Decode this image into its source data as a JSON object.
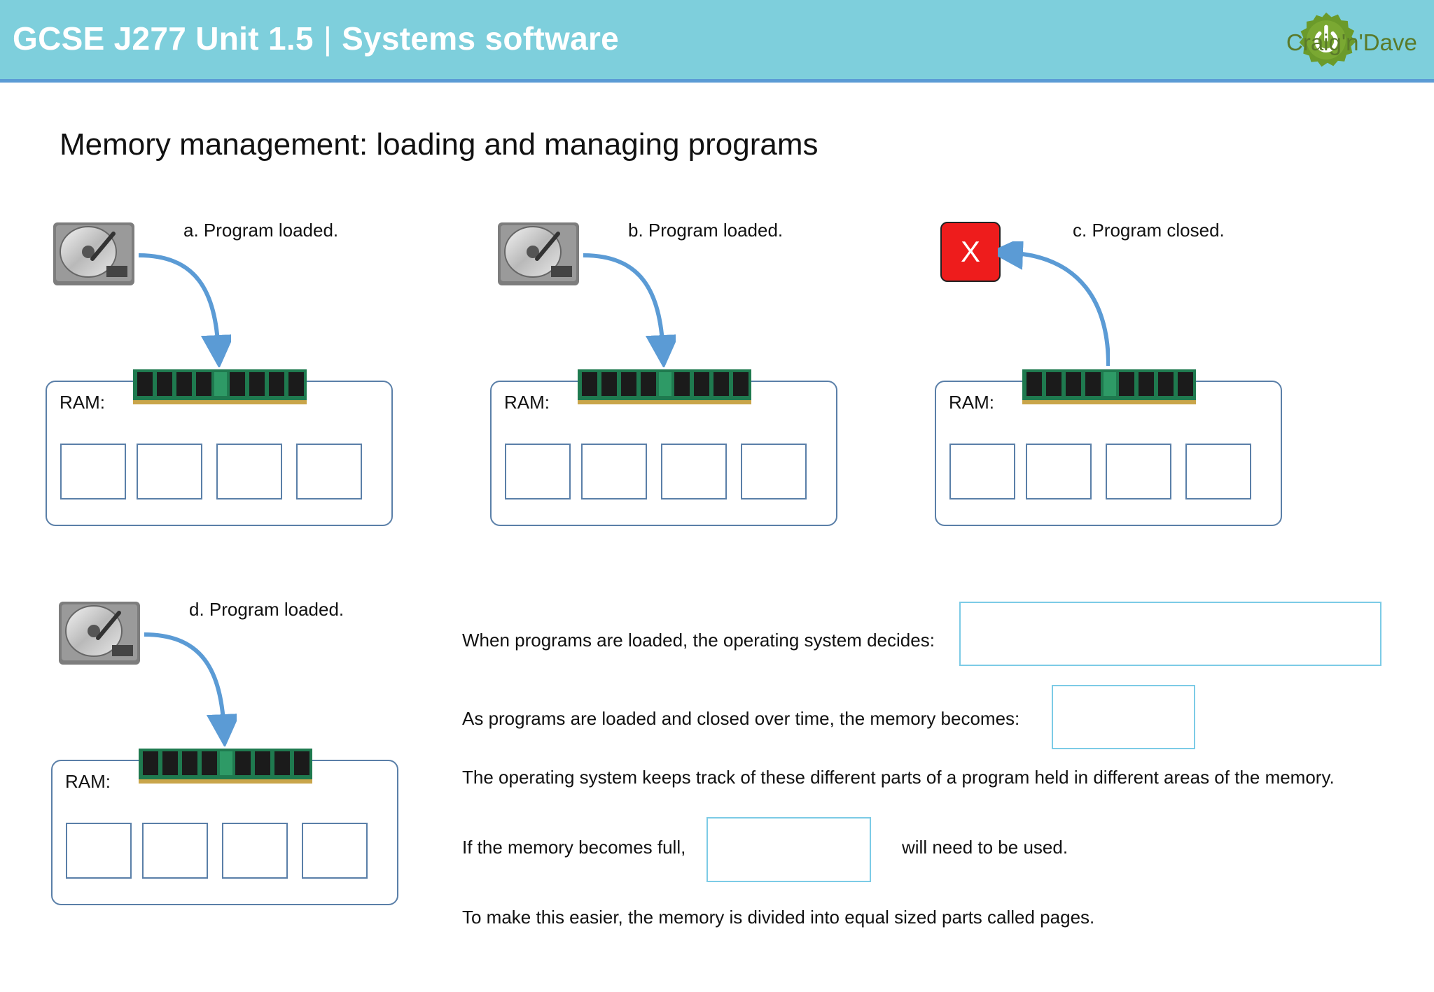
{
  "header": {
    "course": "GCSE J277 Unit 1.5",
    "separator": "|",
    "topic": "Systems software",
    "logo_text": "Craig'n'Dave",
    "logo_icon": "power-icon",
    "bg_color": "#7ecfdc",
    "border_color": "#5b9bd5"
  },
  "page_title": "Memory management: loading and managing programs",
  "diagrams": [
    {
      "id": "a",
      "caption": "a. Program loaded.",
      "ram_label": "RAM:",
      "source_icon": "hard-drive-icon",
      "direction": "disk-to-ram"
    },
    {
      "id": "b",
      "caption": "b. Program loaded.",
      "ram_label": "RAM:",
      "source_icon": "hard-drive-icon",
      "direction": "disk-to-ram"
    },
    {
      "id": "c",
      "caption": "c. Program closed.",
      "ram_label": "RAM:",
      "source_icon": "close-icon",
      "close_symbol": "X",
      "direction": "ram-to-close"
    },
    {
      "id": "d",
      "caption": "d. Program loaded.",
      "ram_label": "RAM:",
      "source_icon": "hard-drive-icon",
      "direction": "disk-to-ram"
    }
  ],
  "statements": {
    "decides": "When programs are loaded, the operating system decides:",
    "becomes": "As programs are loaded and closed over time, the memory becomes:",
    "tracks": "The operating system keeps track of these different parts of a program held in different areas of the memory.",
    "full_prefix": "If the memory becomes full,",
    "full_suffix": "will need to be used.",
    "pages": "To make this easier, the memory is divided into equal sized parts called pages."
  },
  "colors": {
    "arrow": "#5b9bd5",
    "ram_border": "#5a7fa8",
    "answer_border": "#7ccbe6",
    "close_red": "#ee1c1c"
  }
}
